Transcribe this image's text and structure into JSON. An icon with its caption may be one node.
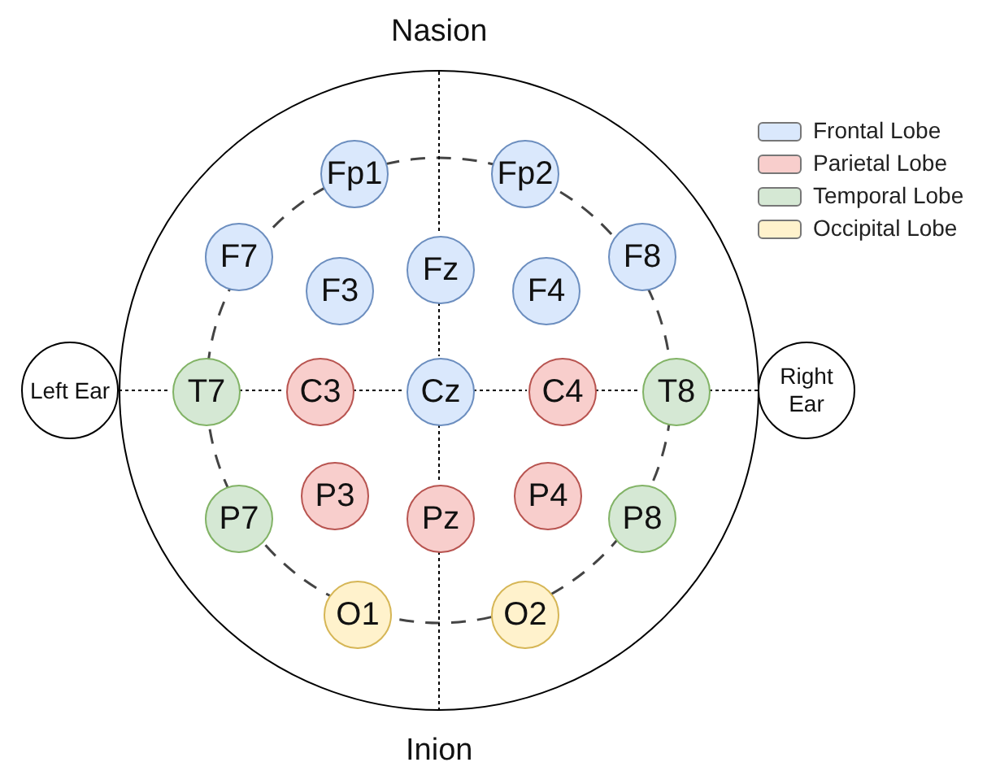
{
  "diagram": {
    "nodes": [
      {
        "text": [],
        "shape": "circle"
      },
      {
        "text": [
          "Fp1"
        ],
        "in": 0
      },
      {
        "text": [
          "Fp2"
        ],
        "in": 0
      },
      {
        "text": [
          "F7"
        ],
        "in": 0
      },
      {
        "text": [
          "Fz"
        ],
        "in": 0
      },
      {
        "text": [
          "F8"
        ],
        "in": 0
      },
      {
        "text": [
          "F3"
        ],
        "in": 0
      },
      {
        "text": [
          "F4"
        ],
        "in": 0
      },
      {
        "text": [
          "Left Ear"
        ]
      },
      {
        "text": [
          "T7"
        ],
        "in": 0
      },
      {
        "text": [
          "C3"
        ],
        "in": 0
      },
      {
        "text": [
          "Cz"
        ],
        "in": 0
      },
      {
        "text": [
          "C4"
        ],
        "in": 0
      },
      {
        "text": [
          "T8"
        ],
        "in": 0
      },
      {
        "text": [
          "Right Ear"
        ]
      },
      {
        "text": [
          "P7"
        ],
        "in": 0
      },
      {
        "text": [
          "P3"
        ],
        "in": 0
      },
      {
        "text": [
          "Pz"
        ],
        "in": 0
      },
      {
        "text": [
          "P4"
        ],
        "in": 0
      },
      {
        "text": [
          "P8"
        ],
        "in": 0
      },
      {
        "text": [
          "O1"
        ],
        "in": 0
      },
      {
        "text": [
          "O2"
        ],
        "in": 0
      }
    ],
    "edges": [
      {
        "from": 8,
        "to": 9,
        "arrow": "none"
      },
      {
        "from": 9,
        "to": 10,
        "arrow": "none"
      },
      {
        "from": 10,
        "to": 11,
        "arrow": "none"
      },
      {
        "from": 11,
        "to": 12,
        "arrow": "none"
      },
      {
        "from": 12,
        "to": 13,
        "arrow": "none"
      },
      {
        "from": 13,
        "to": 14,
        "arrow": "none"
      },
      {
        "from": 4,
        "to": 11,
        "arrow": "none"
      },
      {
        "from": 11,
        "to": 17,
        "arrow": "none"
      }
    ],
    "labels": [
      "Nasion",
      "Inion"
    ],
    "legend": [
      {
        "text": "Frontal Lobe",
        "color": "#dae8fc"
      },
      {
        "text": "Parietal Lobe",
        "color": "#f8cecc"
      },
      {
        "text": "Temporal Lobe",
        "color": "#d5e8d4"
      },
      {
        "text": "Occipital Lobe",
        "color": "#fff2cc"
      }
    ]
  }
}
